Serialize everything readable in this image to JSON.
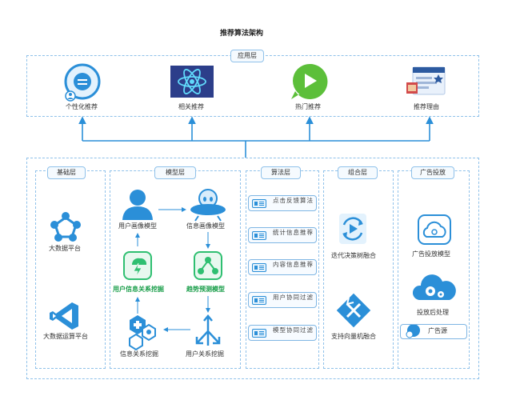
{
  "title": "推荐算法架构",
  "app_layer": {
    "header": "应用层",
    "items": [
      {
        "label": "个性化推荐",
        "icon": "chat-user-icon"
      },
      {
        "label": "相关推荐",
        "icon": "react-atom-icon"
      },
      {
        "label": "热门推荐",
        "icon": "play-bubble-icon"
      },
      {
        "label": "推荐理由",
        "icon": "thumbs-up-card-icon"
      }
    ]
  },
  "base_layer": {
    "header": "基础层",
    "items": [
      {
        "label": "大数据平台",
        "icon": "network-nodes-icon"
      },
      {
        "label": "大数据运算平台",
        "icon": "visual-studio-icon"
      }
    ]
  },
  "model_layer": {
    "header": "模型层",
    "items": [
      {
        "label": "用户画像模型",
        "icon": "person-icon"
      },
      {
        "label": "信息画像模型",
        "icon": "ufo-alien-icon"
      },
      {
        "label": "用户信息关系挖掘",
        "icon": "lightning-tile-icon"
      },
      {
        "label": "趋势预测模型",
        "icon": "share-nodes-icon"
      },
      {
        "label": "信息关系挖掘",
        "icon": "hexagon-cluster-icon"
      },
      {
        "label": "用户关系挖掘",
        "icon": "fork-arrows-icon"
      }
    ]
  },
  "algo_layer": {
    "header": "算法层",
    "items": [
      {
        "label": "点击反馈算法"
      },
      {
        "label": "统计信息推荐"
      },
      {
        "label": "内容信息推荐"
      },
      {
        "label": "用户协同过滤"
      },
      {
        "label": "模型协同过滤"
      }
    ]
  },
  "combo_layer": {
    "header": "组合层",
    "items": [
      {
        "label": "迭代决策树融合",
        "icon": "refresh-play-icon"
      },
      {
        "label": "支持向量机融合",
        "icon": "cross-arrows-icon"
      }
    ]
  },
  "ad_layer": {
    "header": "广告投放",
    "items": [
      {
        "label": "广告投放模型",
        "icon": "cloud-spiral-icon"
      },
      {
        "label": "投放后处理",
        "icon": "cloud-gears-icon"
      },
      {
        "label": "广告源",
        "icon": "ad-source-icon"
      }
    ]
  },
  "colors": {
    "accent": "#2b8fd8",
    "green": "#2fbf71",
    "green_text": "#1a9e4a",
    "border": "#8fc1ea"
  }
}
